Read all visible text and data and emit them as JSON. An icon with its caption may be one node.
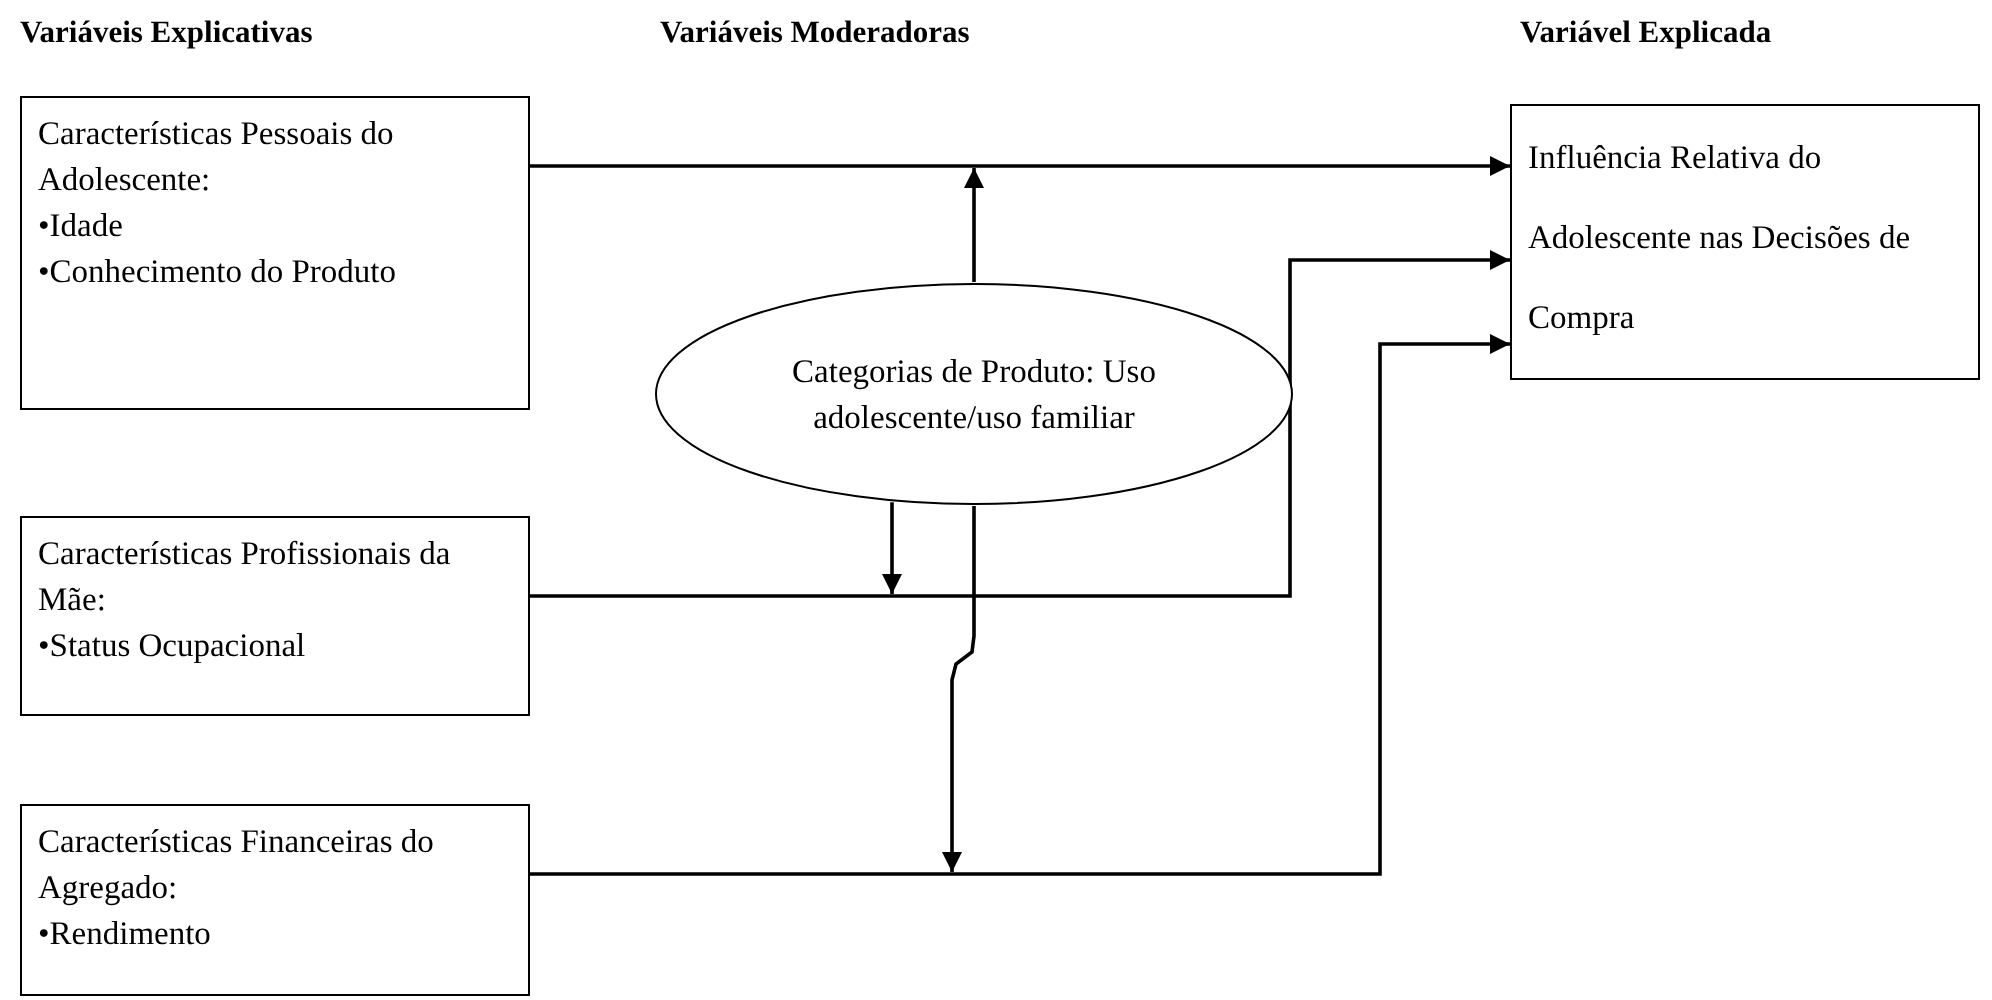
{
  "diagram": {
    "nodes": [
      {
        "text": [
          "Características Pessoais do Adolescente:",
          "•Idade",
          "•Conhecimento do Produto"
        ]
      },
      {
        "text": [
          "Características Profissionais da Mãe:",
          "•Status Ocupacional"
        ]
      },
      {
        "text": [
          "Características Financeiras do Agregado:",
          "•Rendimento"
        ]
      },
      {
        "text": [
          "Categorias de Produto: Uso adolescente/uso familiar"
        ]
      },
      {
        "text": [
          "Influência Relativa do Adolescente nas Decisões de Compra"
        ]
      }
    ],
    "edges": [
      {
        "from": 0,
        "to": 4,
        "arrow": "to"
      },
      {
        "from": 1,
        "to": 4,
        "arrow": "to"
      },
      {
        "from": 2,
        "to": 4,
        "arrow": "to"
      },
      {
        "from": 3,
        "to": null,
        "arrow": "to"
      },
      {
        "from": 3,
        "to": null,
        "arrow": "to"
      },
      {
        "from": 3,
        "to": null,
        "arrow": "to"
      }
    ],
    "labels": [
      "Variáveis Explicativas",
      "Variáveis Moderadoras",
      "Variável Explicada"
    ]
  }
}
